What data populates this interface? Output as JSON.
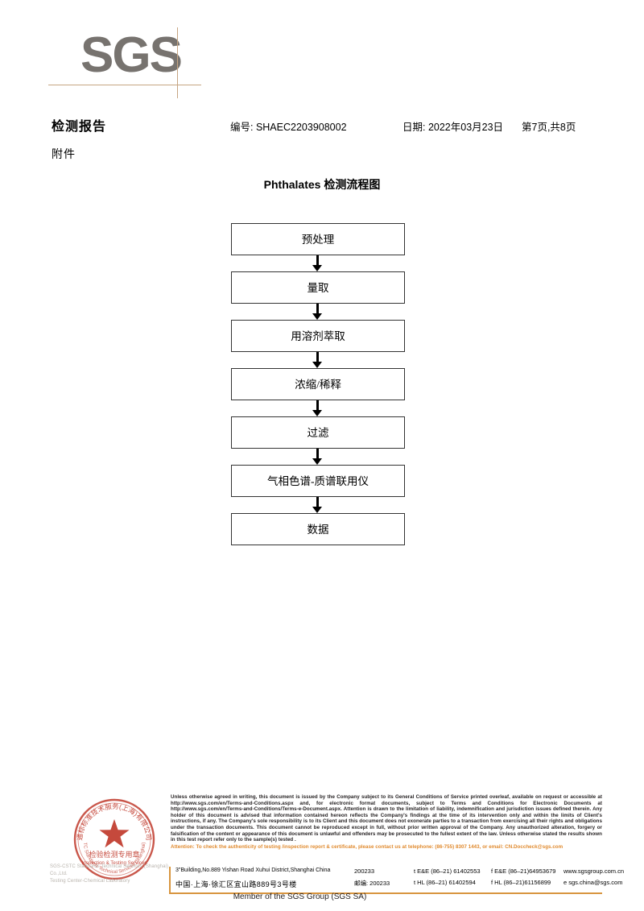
{
  "logo": {
    "text": "SGS",
    "accent_color": "#c6a582",
    "text_color": "#77736f"
  },
  "header": {
    "report_title": "检测报告",
    "subtitle": "附件",
    "report_no": "编号: SHAEC2203908002",
    "date": "日期: 2022年03月23日",
    "page": "第7页,共8页"
  },
  "flowchart": {
    "title": "Phthalates 检测流程图",
    "steps": [
      {
        "label": "预处理"
      },
      {
        "label": "量取"
      },
      {
        "label": "用溶剂萃取"
      },
      {
        "label": "浓缩/稀释"
      },
      {
        "label": "过滤"
      },
      {
        "label": "气相色谱-质谱联用仪"
      },
      {
        "label": "数据"
      }
    ]
  },
  "seal": {
    "outer_text": "通标标准技术服务(上海)有限公司",
    "line1": "检验检测专用章",
    "line2": "Inspection & Testing Services",
    "color": "#c0392b"
  },
  "seal_watermark": {
    "line1": "SGS-CSTC Standards Technical Services (Shanghai) Co.,Ltd.",
    "line2": "Testing Center-Chemical Laboratory"
  },
  "footer": {
    "legal": "Unless otherwise agreed in writing, this document is issued by the Company subject to its General Conditions of Service printed overleaf, available on request or accessible at http://www.sgs.com/en/Terms-and-Conditions.aspx and, for electronic format documents, subject to Terms and Conditions for Electronic Documents at http://www.sgs.com/en/Terms-and-Conditions/Terms-e-Document.aspx. Attention is drawn to the limitation of liability, indemnification and jurisdiction issues defined therein. Any holder of this document is advised that information contained hereon reflects the Company's findings at the time of its intervention only and within the limits of Client's instructions, if any. The Company's sole responsibility is to its Client and this document does not exonerate parties to a transaction from exercising all their rights and obligations under the transaction documents. This document cannot be reproduced except in full, without prior written approval of the Company. Any unauthorized alteration, forgery or falsification of the content or appearance of this document is unlawful and offenders may be prosecuted to the fullest extent of the law. Unless otherwise stated the results shown in this test report refer only to the sample(s) tested .",
    "attention": "Attention: To check the authenticity of testing /inspection report & certificate, please contact us at telephone: (86-755) 8307 1443, or email: CN.Doccheck@sgs.com",
    "attention_color": "#e08a2e",
    "address_en": {
      "street": "3\"Building,No.889 Yishan Road Xuhui District,Shanghai China",
      "zip": "200233",
      "tel1": "t E&E (86–21) 61402553",
      "tel2": "f E&E (86–21)64953679",
      "web": "www.sgsgroup.com.cn"
    },
    "address_cn": {
      "street": "中国·上海·徐汇区宜山路889号3号楼",
      "zip": "邮编: 200233",
      "tel1": "t HL (86–21) 61402594",
      "tel2": "f HL (86–21)61156899",
      "web": "e sgs.china@sgs.com"
    },
    "member": "Member of the SGS Group (SGS SA)"
  }
}
